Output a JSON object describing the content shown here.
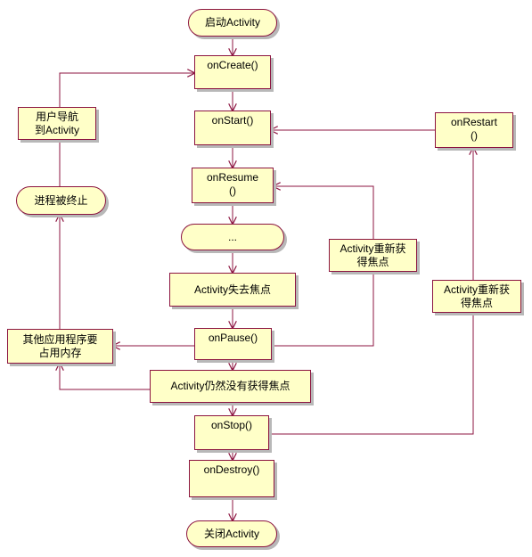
{
  "nodes": {
    "start": "启动Activity",
    "on_create": "onCreate()",
    "on_start": "onStart()",
    "on_restart": "onRestart\n()",
    "on_resume": "onResume\n()",
    "running": "...",
    "lose_focus": "Activity失去焦点",
    "on_pause": "onPause()",
    "still_no_focus": "Activity仍然没有获得焦点",
    "on_stop": "onStop()",
    "on_destroy": "onDestroy()",
    "shutdown": "关闭Activity",
    "user_navigates": "用户导航\n到Activity",
    "process_killed": "进程被终止",
    "other_apps_memory": "其他应用程序要\n占用内存",
    "regain_focus_1": "Activity重新获\n得焦点",
    "regain_focus_2": "Activity重新获\n得焦点"
  },
  "colors": {
    "node_fill": "#ffffc8",
    "node_border": "#8c1440",
    "connector": "#8c1440",
    "shadow": "#b8b8b8"
  }
}
